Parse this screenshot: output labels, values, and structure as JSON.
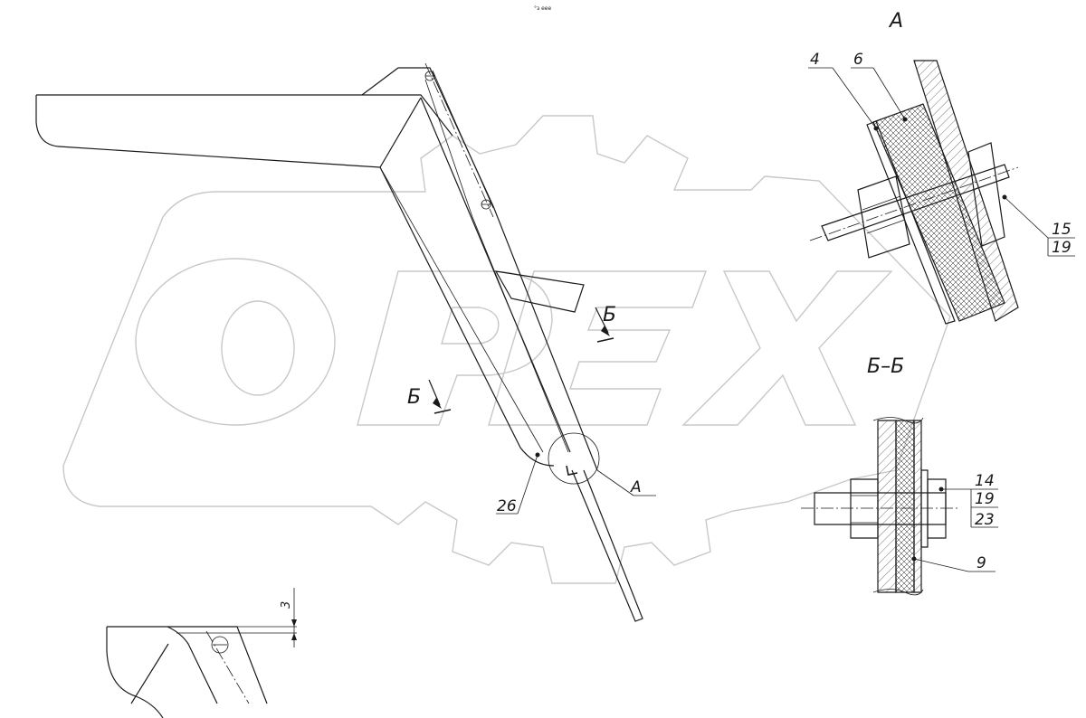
{
  "watermark": {
    "text": "OPEX"
  },
  "header_mark": "°з еее",
  "views": {
    "detail_a": {
      "title": "А",
      "callouts": [
        "4",
        "6",
        "15",
        "19"
      ]
    },
    "section_bb": {
      "title": "Б–Б",
      "callouts": [
        "14",
        "19",
        "23",
        "9"
      ]
    },
    "main": {
      "cut_label_1": "Б",
      "cut_label_2": "Б",
      "detail_ref": "А",
      "part_callout": "26"
    },
    "detail_corner": {
      "dimension": "3"
    }
  },
  "colors": {
    "line": "#1a1a1a",
    "watermark": "#c8c8c8",
    "hatch": "#1a1a1a"
  }
}
